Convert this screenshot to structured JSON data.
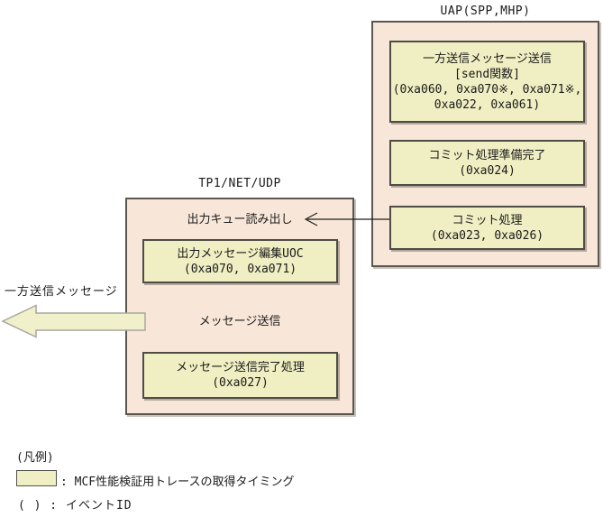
{
  "uap": {
    "title": "UAP(SPP,MHP)",
    "boxes": [
      {
        "lines": [
          "一方送信メッセージ送信",
          "[send関数]",
          "(0xa060, 0xa070※, 0xa071※,",
          "0xa022, 0xa061)"
        ]
      },
      {
        "lines": [
          "コミット処理準備完了",
          "(0xa024)"
        ]
      },
      {
        "lines": [
          "コミット処理",
          "(0xa023, 0xa026)"
        ]
      }
    ]
  },
  "tp1": {
    "title": "TP1/NET/UDP",
    "queue_read_label": "出力キュー読み出し",
    "send_label": "メッセージ送信",
    "boxes": [
      {
        "lines": [
          "出力メッセージ編集UOC",
          "(0xa070, 0xa071)"
        ]
      },
      {
        "lines": [
          "メッセージ送信完了処理",
          "(0xa027)"
        ]
      }
    ]
  },
  "outgoing_arrow_label": "一方送信メッセージ",
  "legend": {
    "title": "(凡例)",
    "trace_label": ": MCF性能検証用トレースの取得タイミング",
    "event_label": "( ) : イベントID"
  },
  "colors": {
    "container_fill": "#f8e7d8",
    "trace_fill": "#f0efc3",
    "border": "#4f4c45",
    "arrow_fill": "#f0f1cb"
  }
}
